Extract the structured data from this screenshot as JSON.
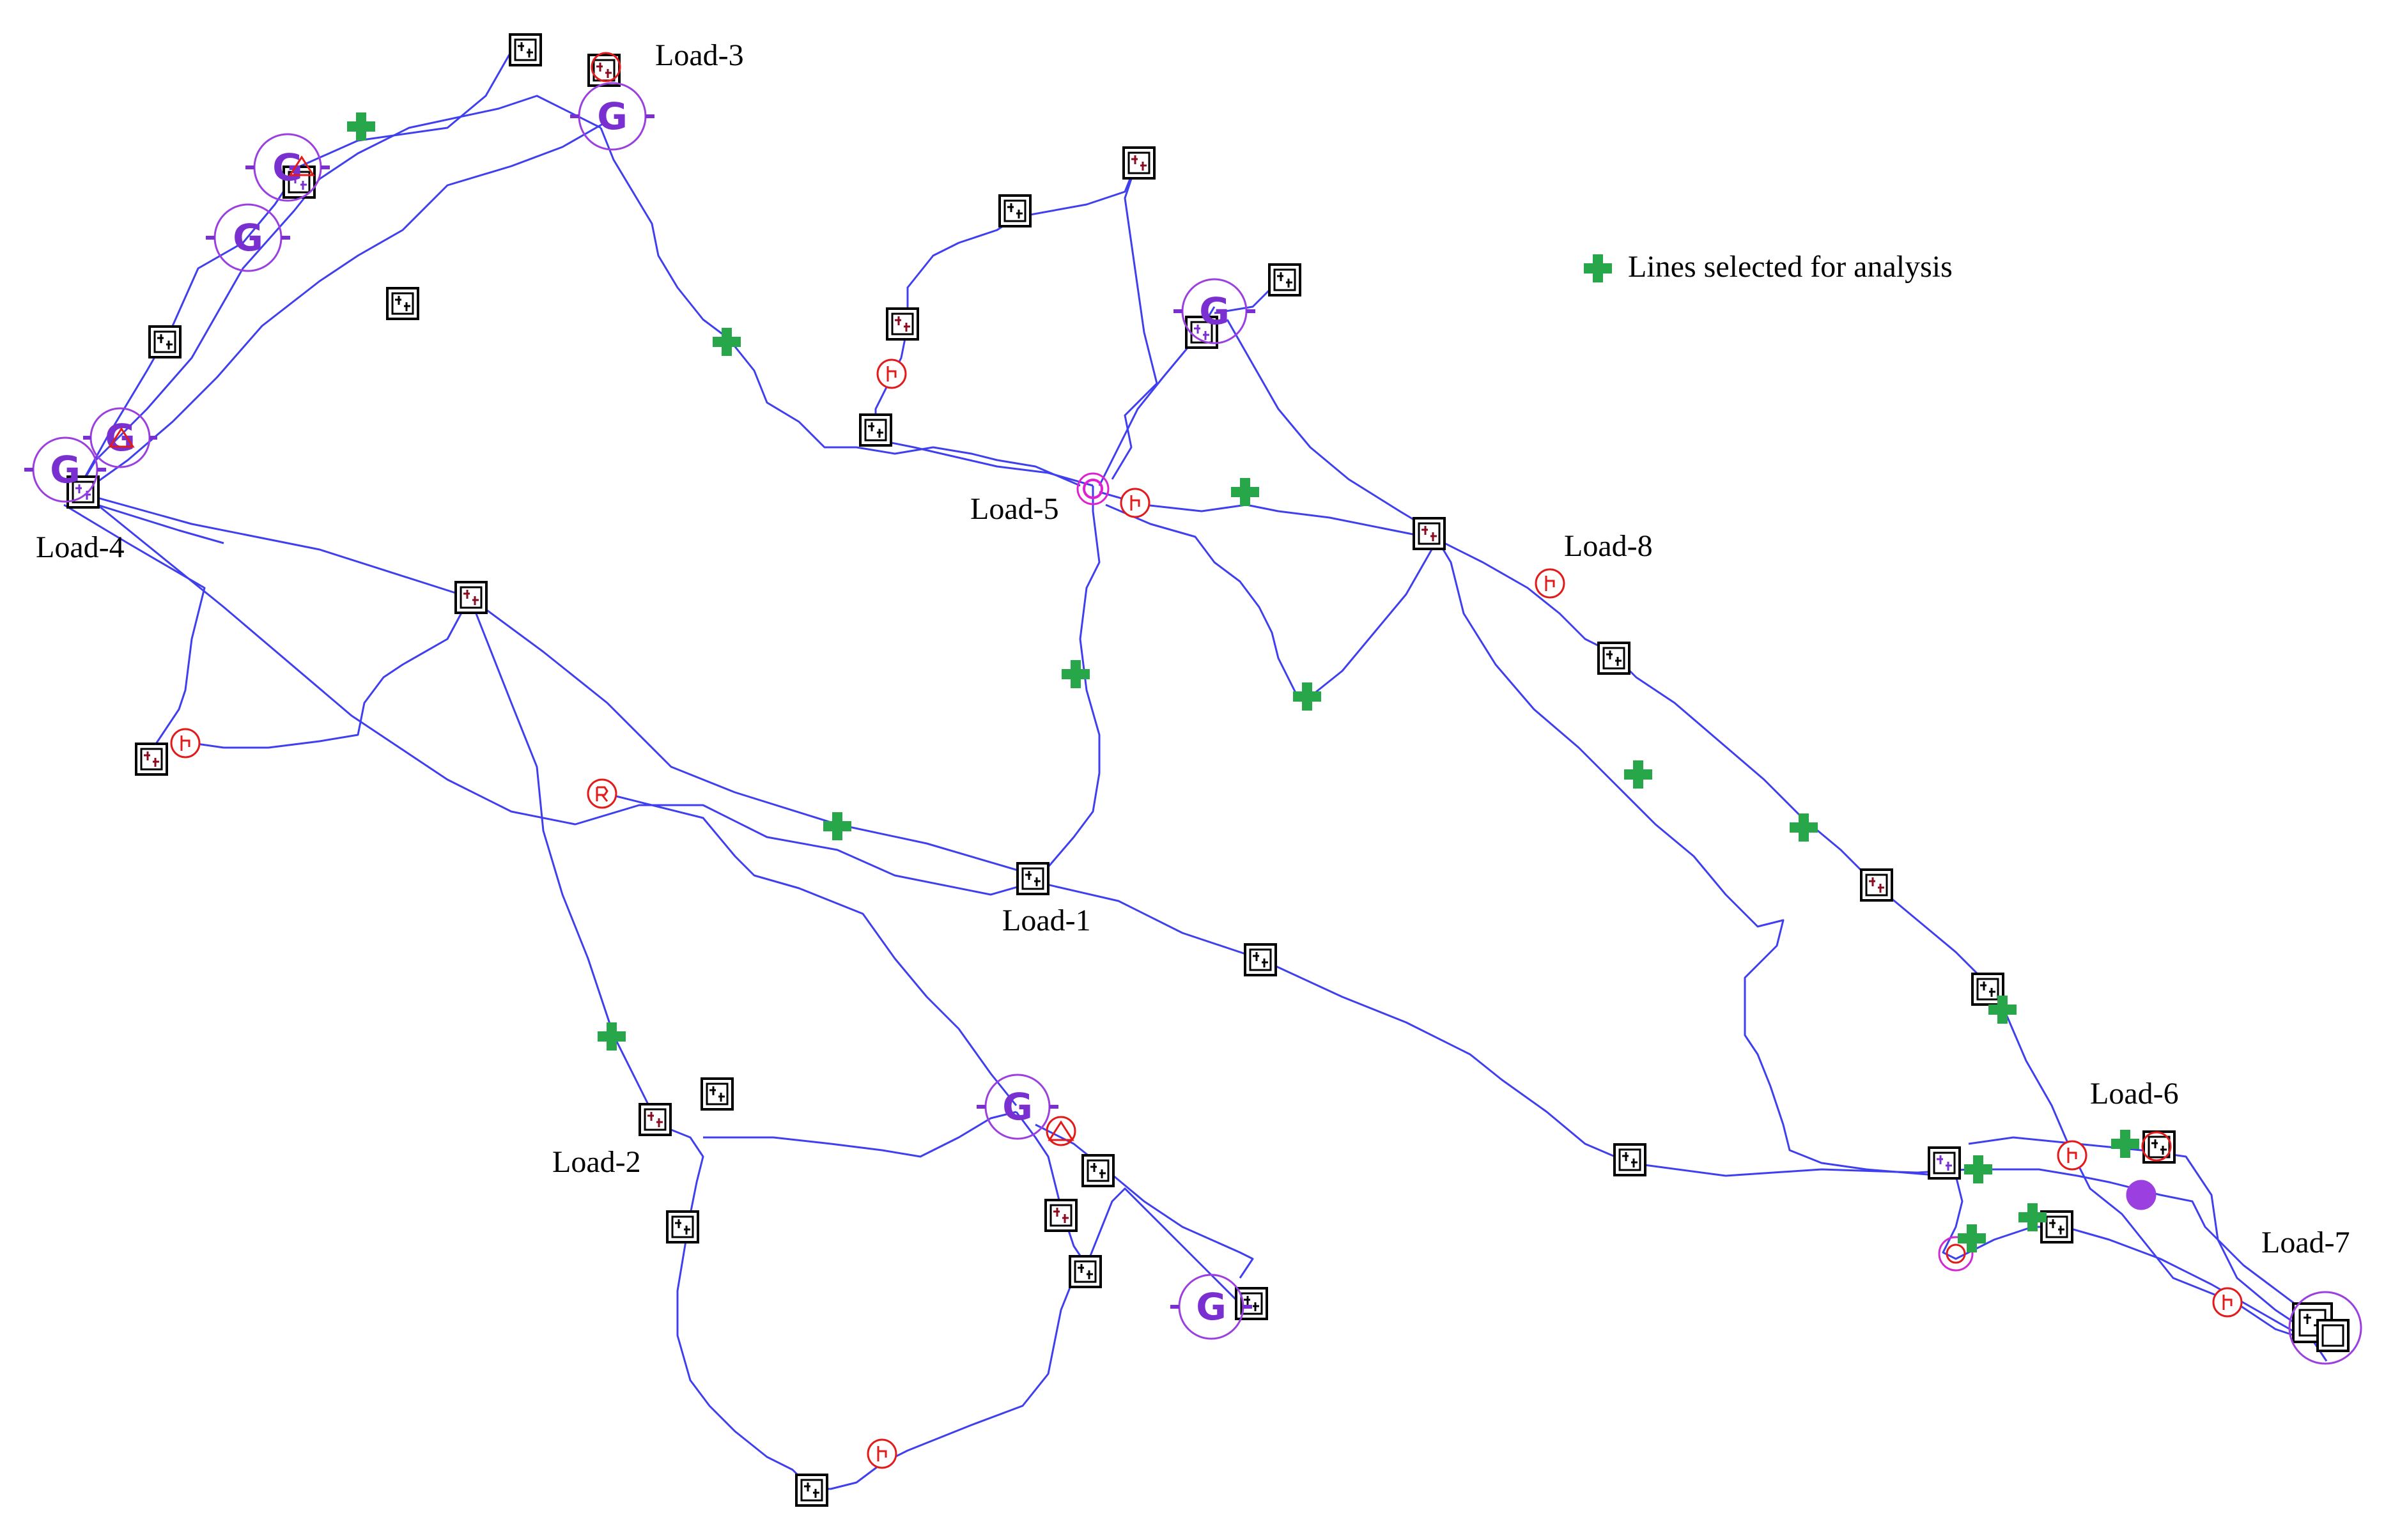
{
  "legend": {
    "label": "Lines selected for analysis",
    "icon": "green-cross-icon",
    "color": "#27a64a"
  },
  "loads": {
    "load1": "Load-1",
    "load2": "Load-2",
    "load3": "Load-3",
    "load4": "Load-4",
    "load5": "Load-5",
    "load6": "Load-6",
    "load7": "Load-7",
    "load8": "Load-8"
  },
  "symbols": {
    "generator_letter": "G"
  },
  "colors": {
    "line": "#3f3ff0",
    "generator": "#7a2fd0",
    "substation": "#000000",
    "breaker": "#e21a1a",
    "selected_line_marker": "#27a64a"
  }
}
